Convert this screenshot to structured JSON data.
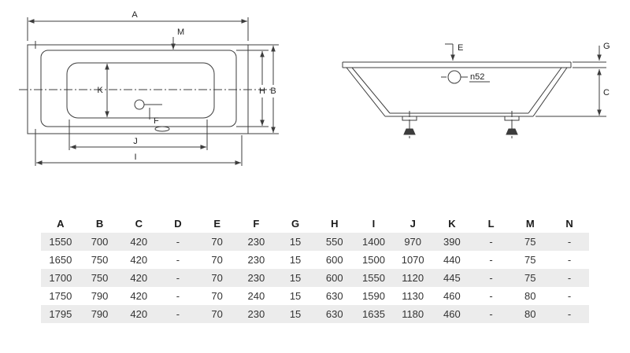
{
  "drawing": {
    "top_view": {
      "labels": {
        "A": "A",
        "M": "M",
        "K": "K",
        "H": "H",
        "B": "B",
        "F": "F",
        "J": "J",
        "I": "I"
      }
    },
    "side_view": {
      "labels": {
        "E": "E",
        "G": "G",
        "C": "C",
        "drain": "n52"
      }
    }
  },
  "table": {
    "headers": [
      "A",
      "B",
      "C",
      "D",
      "E",
      "F",
      "G",
      "H",
      "I",
      "J",
      "K",
      "L",
      "M",
      "N"
    ],
    "rows": [
      [
        "1550",
        "700",
        "420",
        "-",
        "70",
        "230",
        "15",
        "550",
        "1400",
        "970",
        "390",
        "-",
        "75",
        "-"
      ],
      [
        "1650",
        "750",
        "420",
        "-",
        "70",
        "230",
        "15",
        "600",
        "1500",
        "1070",
        "440",
        "-",
        "75",
        "-"
      ],
      [
        "1700",
        "750",
        "420",
        "-",
        "70",
        "230",
        "15",
        "600",
        "1550",
        "1120",
        "445",
        "-",
        "75",
        "-"
      ],
      [
        "1750",
        "790",
        "420",
        "-",
        "70",
        "240",
        "15",
        "630",
        "1590",
        "1130",
        "460",
        "-",
        "80",
        "-"
      ],
      [
        "1795",
        "790",
        "420",
        "-",
        "70",
        "230",
        "15",
        "630",
        "1635",
        "1180",
        "460",
        "-",
        "80",
        "-"
      ]
    ]
  },
  "colors": {
    "row_shade": "#ececec",
    "line": "#3c3c3c",
    "text": "#222222"
  }
}
